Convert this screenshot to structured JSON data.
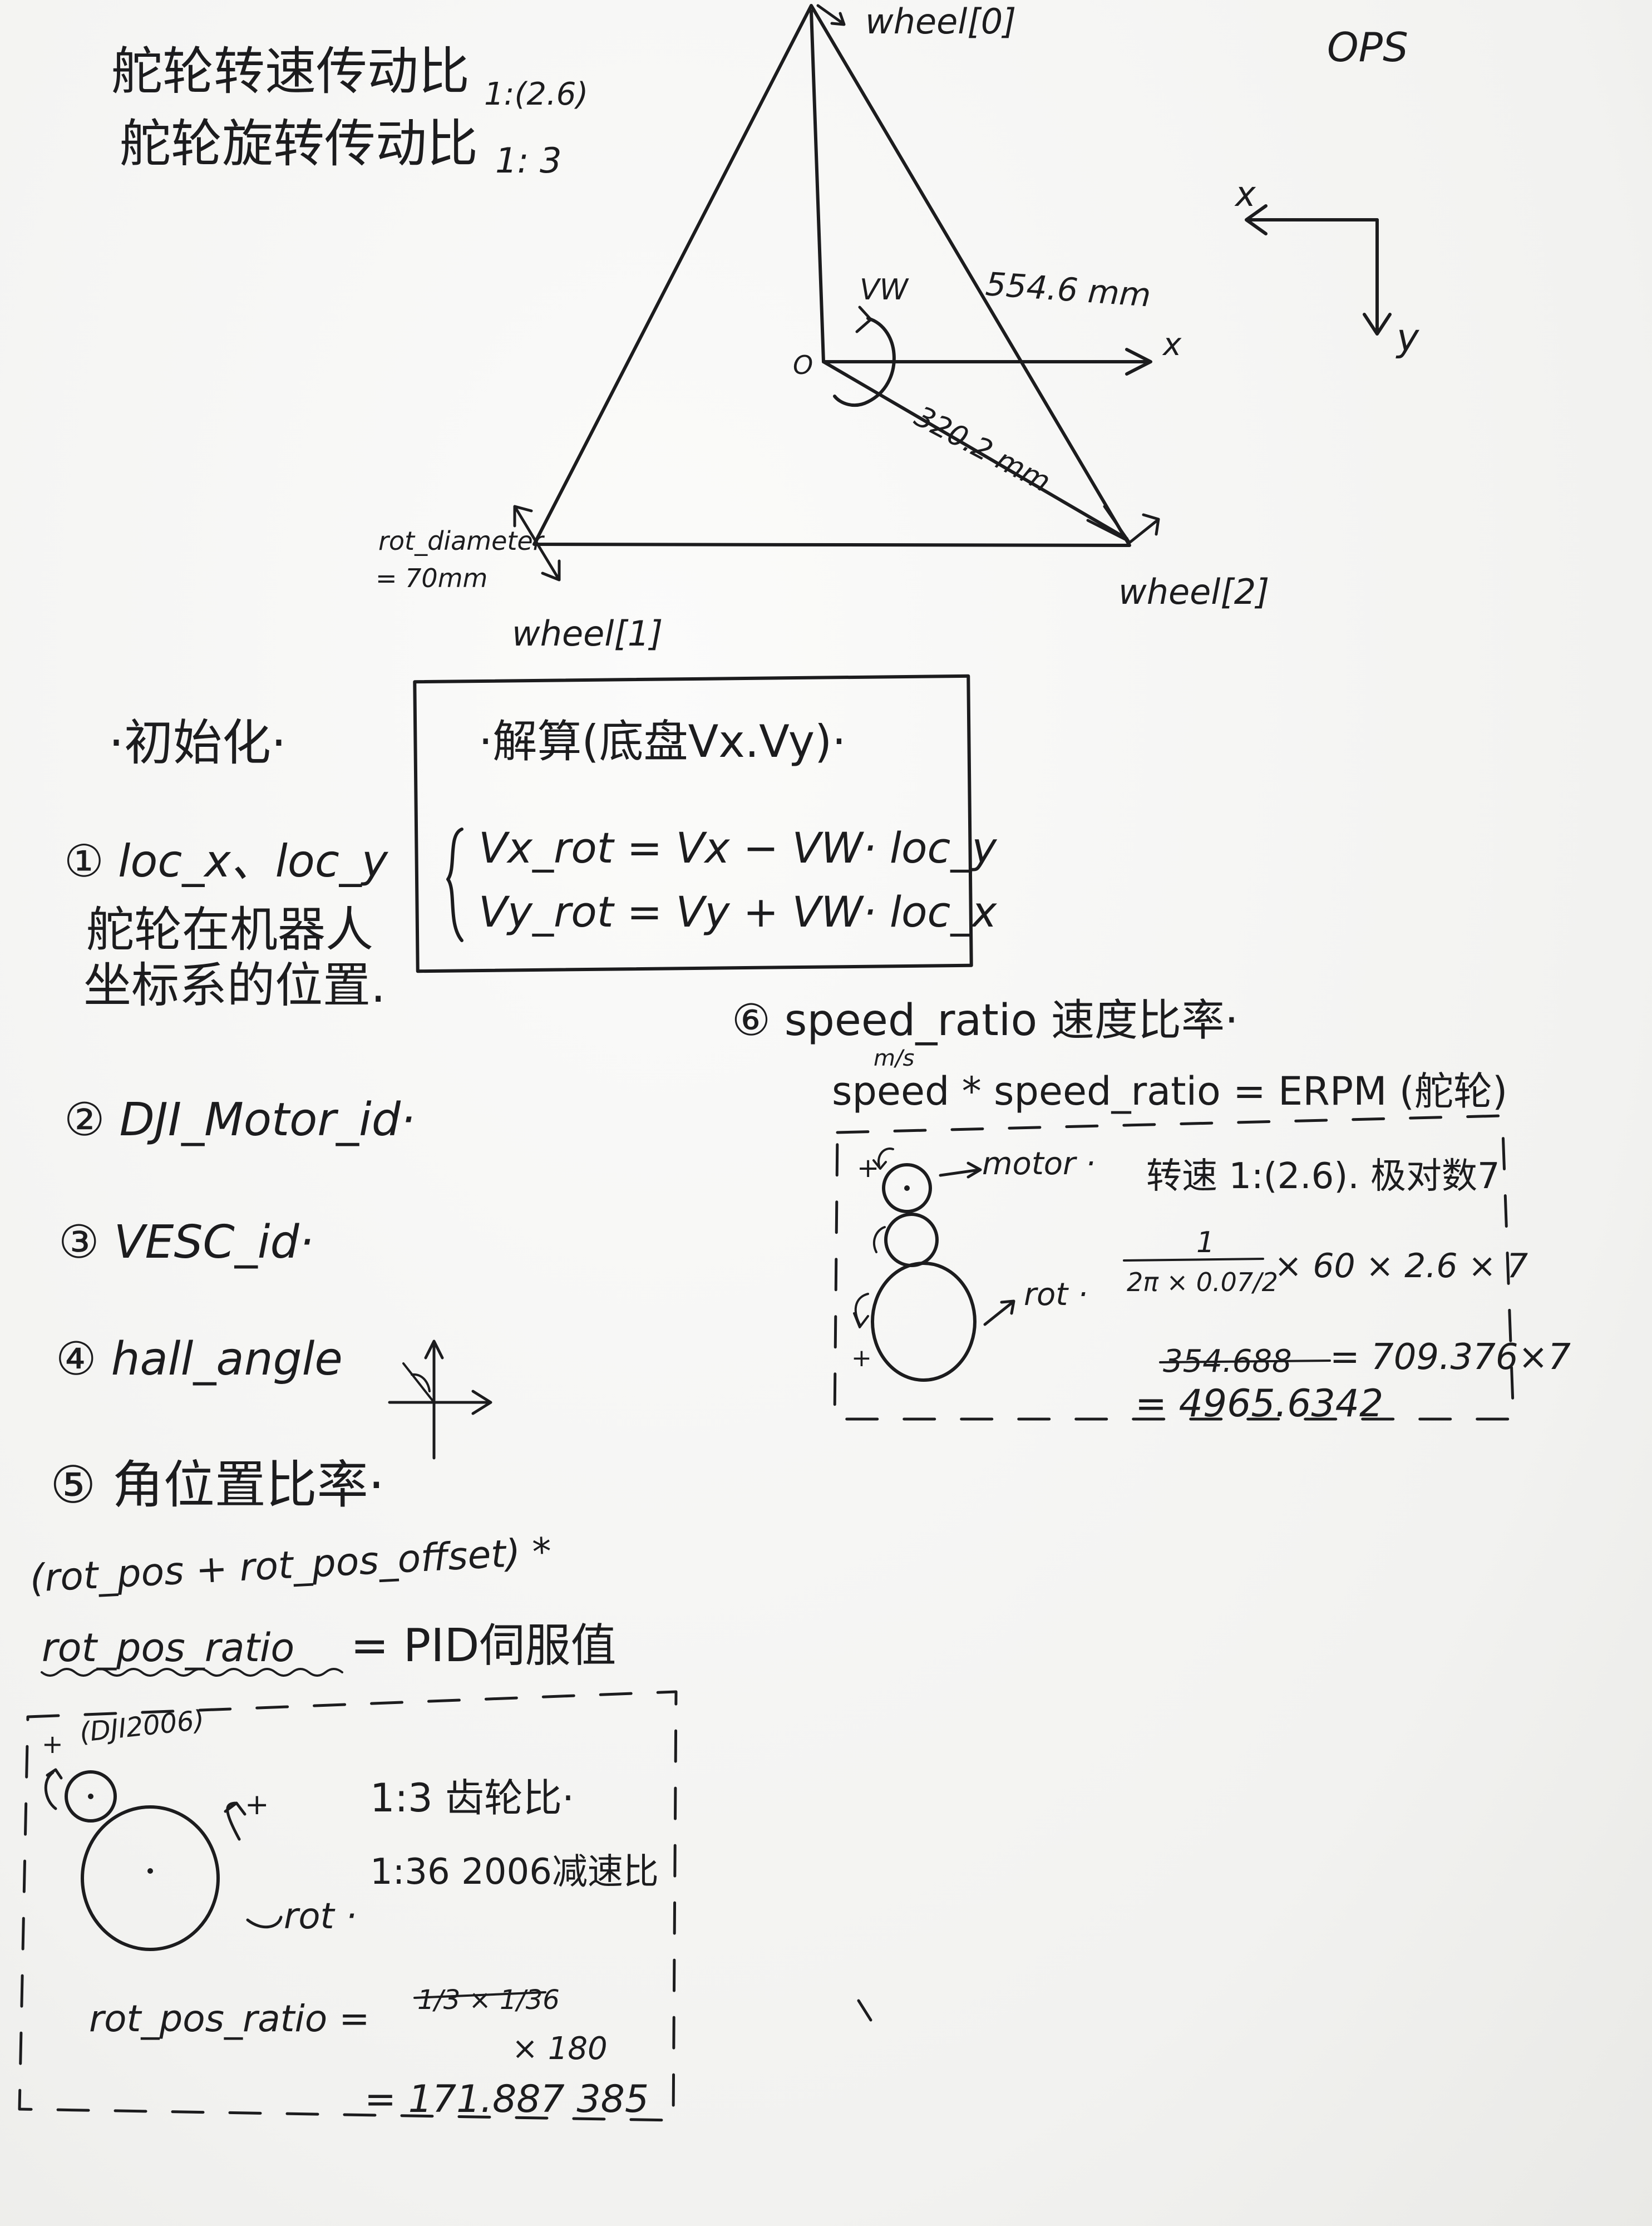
{
  "notes": {
    "line1": {
      "label": "舵轮转速传动比",
      "ratio": "1:(2.6)"
    },
    "line2": {
      "label": "舵轮旋转传动比",
      "ratio": "1: 3"
    },
    "ops": "OPS"
  },
  "triangle": {
    "wheel0": "wheel[0]",
    "wheel1": "wheel[1]",
    "wheel2": "wheel[2]",
    "side_length": "554.6 mm",
    "center_dist": "320.2 mm",
    "origin": "O",
    "x_axis": "x",
    "vw": "VW",
    "rot_diameter_1": "rot_diameter",
    "rot_diameter_2": "= 70mm"
  },
  "ops_axes": {
    "x": "x",
    "y": "y"
  },
  "init": {
    "title": "·初始化·",
    "item1": "① loc_x、loc_y",
    "item1_desc1": "舵轮在机器人",
    "item1_desc2": "坐标系的位置.",
    "item2": "② DJI_Motor_id·",
    "item3": "③ VESC_id·",
    "item4": "④ hall_angle",
    "item5": "⑤ 角位置比率·"
  },
  "solve_box": {
    "title": "·解算(底盘Vx.Vy)·",
    "eq1": "Vx_rot = Vx − VW· loc_y",
    "eq2": "Vy_rot = Vy + VW· loc_x"
  },
  "pos_ratio": {
    "formula1": "(rot_pos + rot_pos_offset) *",
    "formula2_left": "rot_pos_ratio",
    "formula2_right": "= PID伺服值",
    "box_motor": "(DJI2006)",
    "gear_ratio": "1:3 齿轮比·",
    "reduction": "1:36 2006减速比",
    "rot_label": "rot ·",
    "eq_left": "rot_pos_ratio =",
    "eq_fraction": "1/3 × 1/36",
    "eq_times": "× 180",
    "result": "= 171.887 385",
    "plus": "+"
  },
  "speed_ratio": {
    "title": "⑥ speed_ratio 速度比率·",
    "units": "m/s",
    "formula": "speed * speed_ratio = ERPM (舵轮)",
    "motor_label": "motor ·",
    "rot_label": "rot ·",
    "rotation": "转速 1:(2.6). 极对数7",
    "calc_num": "1",
    "calc_den": "2π × 0.07/2",
    "calc_tail": "× 60 × 2.6 × 7",
    "struck": "354.688",
    "mid_result": "= 709.376×7",
    "result": "= 4965.6342",
    "plus": "+"
  }
}
